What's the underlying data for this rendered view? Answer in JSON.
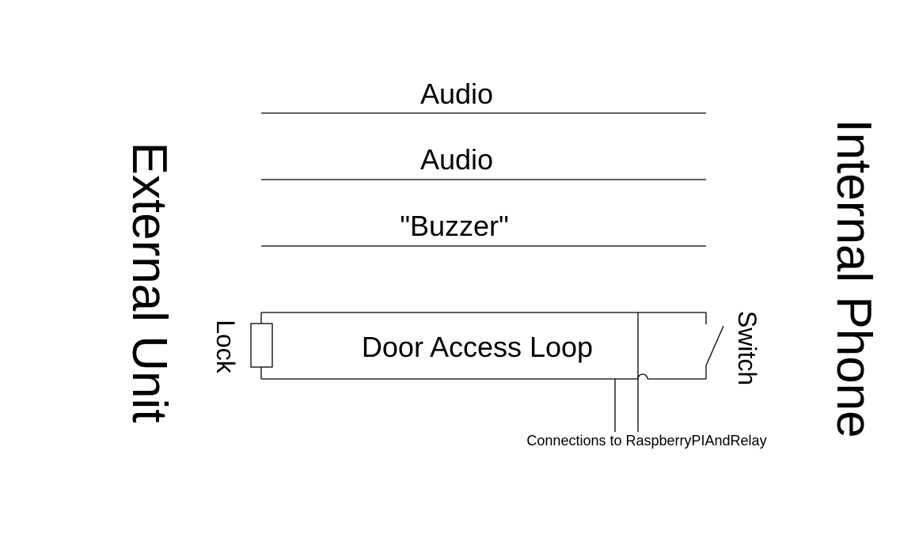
{
  "diagram": {
    "external_unit_label": "External Unit",
    "internal_phone_label": "Internal Phone",
    "wires": [
      {
        "label": "Audio"
      },
      {
        "label": "Audio"
      },
      {
        "label": "\"Buzzer\""
      }
    ],
    "loop_label": "Door Access Loop",
    "lock_label": "Lock",
    "switch_label": "Switch",
    "connections_label": "Connections to RaspberryPIAndRelay"
  }
}
